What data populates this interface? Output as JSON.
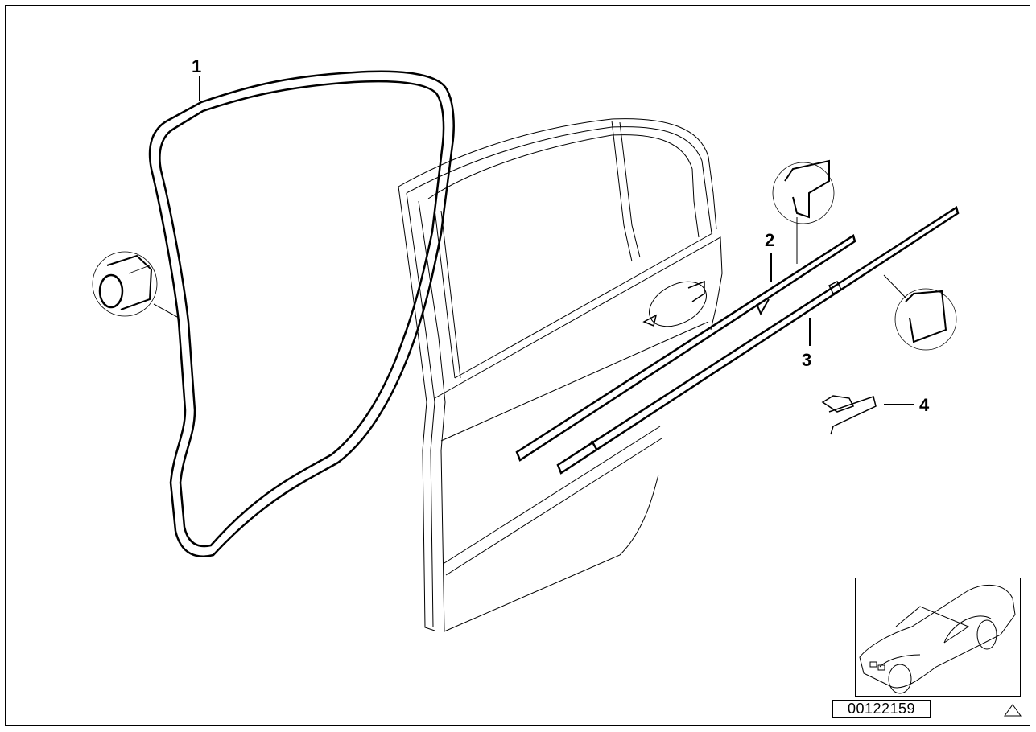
{
  "diagram": {
    "title": "Rear door seal and trim exploded view",
    "callouts": [
      {
        "id": "1",
        "label": "1",
        "part": "door-seal"
      },
      {
        "id": "2",
        "label": "2",
        "part": "inner-window-channel-seal"
      },
      {
        "id": "3",
        "label": "3",
        "part": "outer-window-channel-seal"
      },
      {
        "id": "4",
        "label": "4",
        "part": "clip"
      }
    ],
    "detail_circles": [
      {
        "name": "seal-profile-detail",
        "refers_to": "1"
      },
      {
        "name": "inner-seal-profile-detail",
        "refers_to": "2"
      },
      {
        "name": "outer-seal-profile-detail",
        "refers_to": "3"
      }
    ],
    "footer": {
      "part_number": "00122159",
      "warning_symbol": "triangle-icon"
    },
    "thumbnail": {
      "label": "vehicle-overview",
      "description": "sedan isometric line drawing"
    },
    "colors": {
      "line": "#000000",
      "background": "#ffffff"
    }
  }
}
